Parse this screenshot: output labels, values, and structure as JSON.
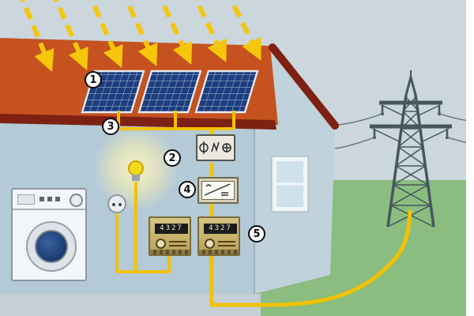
{
  "scene": {
    "markers": [
      {
        "id": "solar-panels",
        "label": "1"
      },
      {
        "id": "light-bulb",
        "label": "2"
      },
      {
        "id": "pv-wiring",
        "label": "3"
      },
      {
        "id": "inverter",
        "label": "4"
      },
      {
        "id": "energy-meters",
        "label": "5"
      }
    ],
    "meters": [
      {
        "reading": "4327"
      },
      {
        "reading": "4327"
      }
    ],
    "colors": {
      "sky": "#cbd6dd",
      "grass": "#8abd7f",
      "pavement": "#c6cfd6",
      "roof": "#c5521f",
      "roof_edge": "#7e2113",
      "front_wall": "#b4cad7",
      "side_wall": "#c0d2dc",
      "panel_blue": "#1c3d7e",
      "cable_yellow": "#f2c200",
      "ray_yellow": "#f6c60a",
      "pylon_gray": "#46565f",
      "meter_tan": "#c9b268"
    }
  }
}
